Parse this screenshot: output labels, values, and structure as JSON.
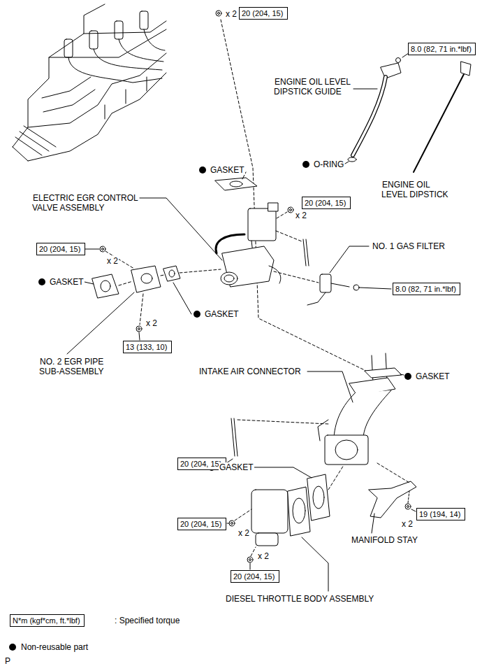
{
  "diagram": {
    "nodes": [
      {
        "text": [
          "20 (204, 15)"
        ]
      },
      {
        "text": [
          "8.0 (82, 71 in.*lbf)"
        ]
      },
      {
        "text": [
          "20 (204, 15)"
        ]
      },
      {
        "text": [
          "20 (204, 15)"
        ]
      },
      {
        "text": [
          "8.0 (82, 71 in.*lbf)"
        ]
      },
      {
        "text": [
          "13 (133, 10)"
        ]
      },
      {
        "text": [
          "20 (204, 15)"
        ]
      },
      {
        "text": [
          "19 (194, 14)"
        ]
      },
      {
        "text": [
          "20 (204, 15)"
        ]
      },
      {
        "text": [
          "20 (204, 15)"
        ]
      },
      {
        "text": [
          "N*m (kgf*cm, ft.*lbf)"
        ]
      }
    ],
    "labels": [
      "x 2",
      "ENGINE OIL LEVEL DIPSTICK GUIDE",
      "GASKET",
      "O-RING",
      "ENGINE OIL LEVEL DIPSTICK",
      "ELECTRIC EGR CONTROL VALVE ASSEMBLY",
      "x 2",
      "NO. 1 GAS FILTER",
      "x 2",
      "GASKET",
      "GASKET",
      "x 2",
      "NO. 2 EGR PIPE SUB-ASSEMBLY",
      "INTAKE AIR CONNECTOR",
      "GASKET",
      "GASKET",
      "x 2",
      "x 2",
      "MANIFOLD STAY",
      "x 2",
      "DIESEL THROTTLE BODY ASSEMBLY",
      "P"
    ],
    "legend": [
      {
        "text": ": Specified torque"
      },
      {
        "text": "Non-reusable part"
      }
    ]
  }
}
